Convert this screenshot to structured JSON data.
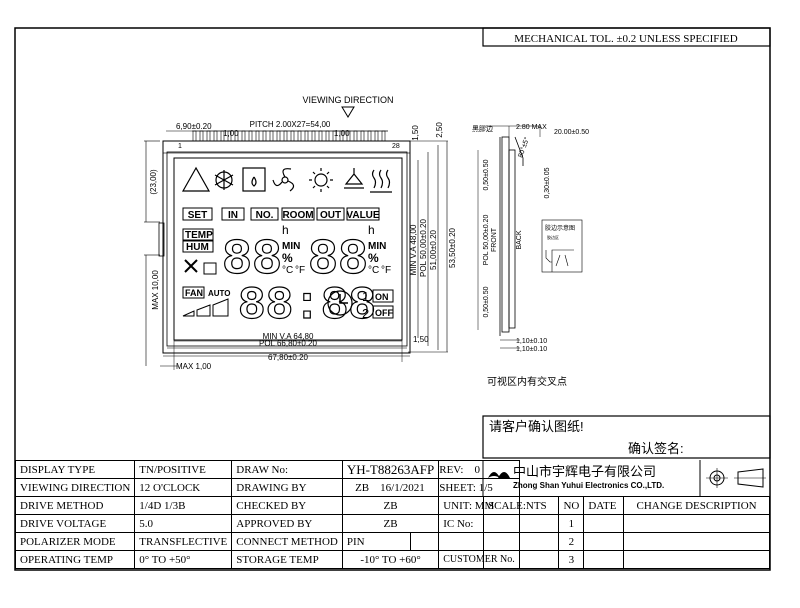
{
  "header": {
    "tolerance_note": "MECHANICAL TOL. ±0.2 UNLESS SPECIFIED"
  },
  "front_view": {
    "viewing_direction": "VIEWING DIRECTION",
    "pitch": "PITCH 2.00X27=54,00",
    "pin_w1": "1,00",
    "pin_w2": "1,00",
    "pin_first": "1",
    "pin_last": "28",
    "dim_690": "6,90±0.20",
    "dim_2300": "(23,00)",
    "dim_max10": "MAX 10,00",
    "dim_150_top": "1,50",
    "dim_250": "2,50",
    "dim_va48": "MIN V.A 48,00",
    "dim_pol50": "POL 50,00±0.20",
    "dim_5100": "51,00±0.20",
    "dim_5350": "53,50±0.20",
    "dim_va6480": "MIN V.A 64,80",
    "dim_pol6680": "POL 66,80±0.20",
    "dim_6780": "67,80±0.20",
    "dim_max100": "MAX 1,00",
    "dim_150_right": "1,50"
  },
  "lcd": {
    "labels": [
      "SET",
      "IN",
      "NO.",
      "ROOM",
      "OUT",
      "VALUE"
    ],
    "temp": "TEMP",
    "hum": "HUM",
    "fan": "FAN",
    "auto": "AUTO",
    "h1": "h",
    "min1": "MIN",
    "pct1": "%",
    "c1": "°C",
    "f1": "°F",
    "h2": "h",
    "min2": "MIN",
    "pct2": "%",
    "c2": "°C",
    "f2": "°F",
    "big1": "88",
    "big2": "88",
    "big3": "88:88",
    "t1": "1",
    "on": "ON",
    "t2": "2",
    "off": "OFF"
  },
  "side_view": {
    "polarizer": "黑膠边",
    "dim_280": "2.80 MAX",
    "dim_2000": "20.00±0.50",
    "dim_angle": "80°±5°",
    "dim_030": "0,30±0.05",
    "dim_050_top": "0,50±0.50",
    "dim_pol50": "POL 50,00±0.20",
    "front": "FRONT",
    "back": "BACK",
    "dim_050_bot": "0,50±0.50",
    "dim_110": "1,10±0.10",
    "dim_110b": "1,10±0.10",
    "detail": "胶边示意图",
    "detail_small": "胶边区",
    "note": "可视区内有交叉点"
  },
  "confirm": {
    "prompt": "请客户确认图纸!",
    "sign": "确认签名:"
  },
  "company": {
    "cn": "中山市宇辉电子有限公司",
    "en": "Zhong Shan Yuhui Electronics CO.,LTD."
  },
  "title_block": {
    "rows": [
      {
        "label": "DISPLAY TYPE",
        "value": "TN/POSITIVE"
      },
      {
        "label": "VIEWING DIRECTION",
        "value": "12 O'CLOCK"
      },
      {
        "label": "DRIVE METHOD",
        "value": "1/4D  1/3B"
      },
      {
        "label": "DRIVE VOLTAGE",
        "value": "5.0"
      },
      {
        "label": "POLARIZER MODE",
        "value": "TRANSFLECTIVE"
      },
      {
        "label": "OPERATING TEMP",
        "value": "0°  TO  +50°"
      }
    ],
    "draw_no_label": "DRAW No:",
    "draw_no": "YH-T88263AFP",
    "drawing_by_label": "DRAWING BY",
    "drawing_by": "ZB",
    "drawing_date": "16/1/2021",
    "checked_by_label": "CHECKED BY",
    "checked_by": "ZB",
    "approved_by_label": "APPROVED BY",
    "approved_by": "ZB",
    "connect_label": "CONNECT METHOD",
    "connect": "PIN",
    "storage_label": "STORAGE TEMP",
    "storage": "-10°  TO  +60°",
    "rev_label": "REV:",
    "rev": "0",
    "sheet_label": "SHEET:",
    "sheet": "1/5",
    "unit_label": "UNIT: MM",
    "ic_label": "IC No:",
    "customer_label": "CUSTOMER No.",
    "scale": "SCALE:NTS",
    "no_label": "NO",
    "date_label": "DATE",
    "change_label": "CHANGE DESCRIPTION",
    "change_nums": [
      "1",
      "2",
      "3"
    ]
  }
}
